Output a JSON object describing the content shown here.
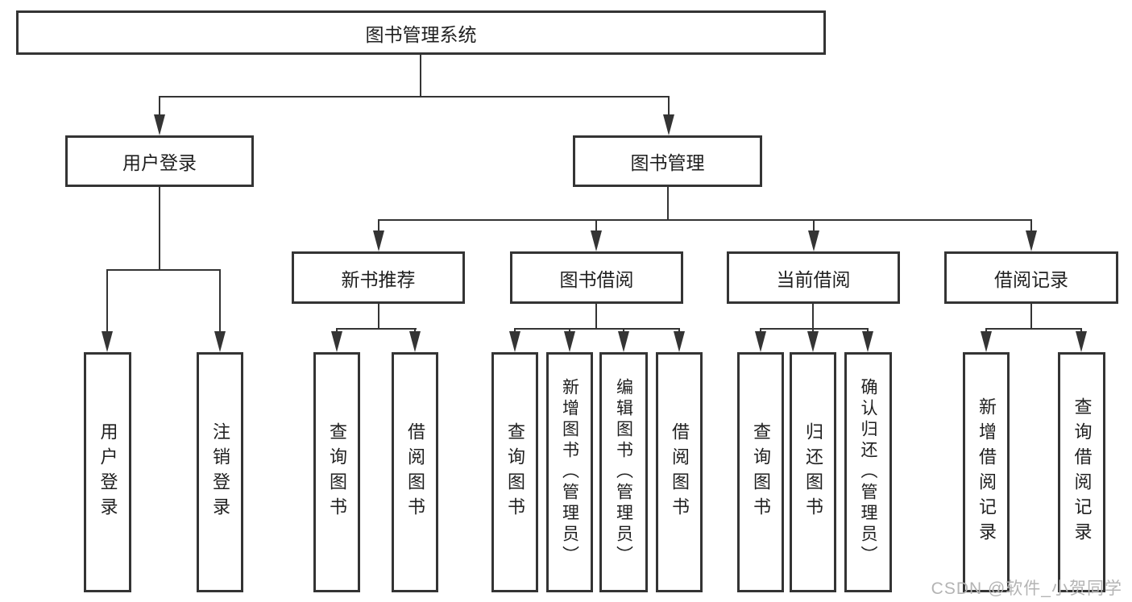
{
  "diagram": {
    "tree": {
      "label": "图书管理系统",
      "children": [
        {
          "label": "用户登录",
          "children": [
            {
              "label": "用户登录"
            },
            {
              "label": "注销登录"
            }
          ]
        },
        {
          "label": "图书管理",
          "children": [
            {
              "label": "新书推荐",
              "children": [
                {
                  "label": "查询图书"
                },
                {
                  "label": "借阅图书"
                }
              ]
            },
            {
              "label": "图书借阅",
              "children": [
                {
                  "label": "查询图书"
                },
                {
                  "label": "新增图书（管理员）"
                },
                {
                  "label": "编辑图书（管理员）"
                },
                {
                  "label": "借阅图书"
                }
              ]
            },
            {
              "label": "当前借阅",
              "children": [
                {
                  "label": "查询图书"
                },
                {
                  "label": "归还图书"
                },
                {
                  "label": "确认归还（管理员）"
                }
              ]
            },
            {
              "label": "借阅记录",
              "children": [
                {
                  "label": "新增借阅记录"
                },
                {
                  "label": "查询借阅记录"
                }
              ]
            }
          ]
        }
      ]
    },
    "colors": {
      "line": "#343434",
      "text": "#1f1f1f",
      "background": "#ffffff",
      "watermark": "#b4b4b4"
    }
  },
  "watermark": {
    "text": "CSDN @软件_小贺同学"
  }
}
